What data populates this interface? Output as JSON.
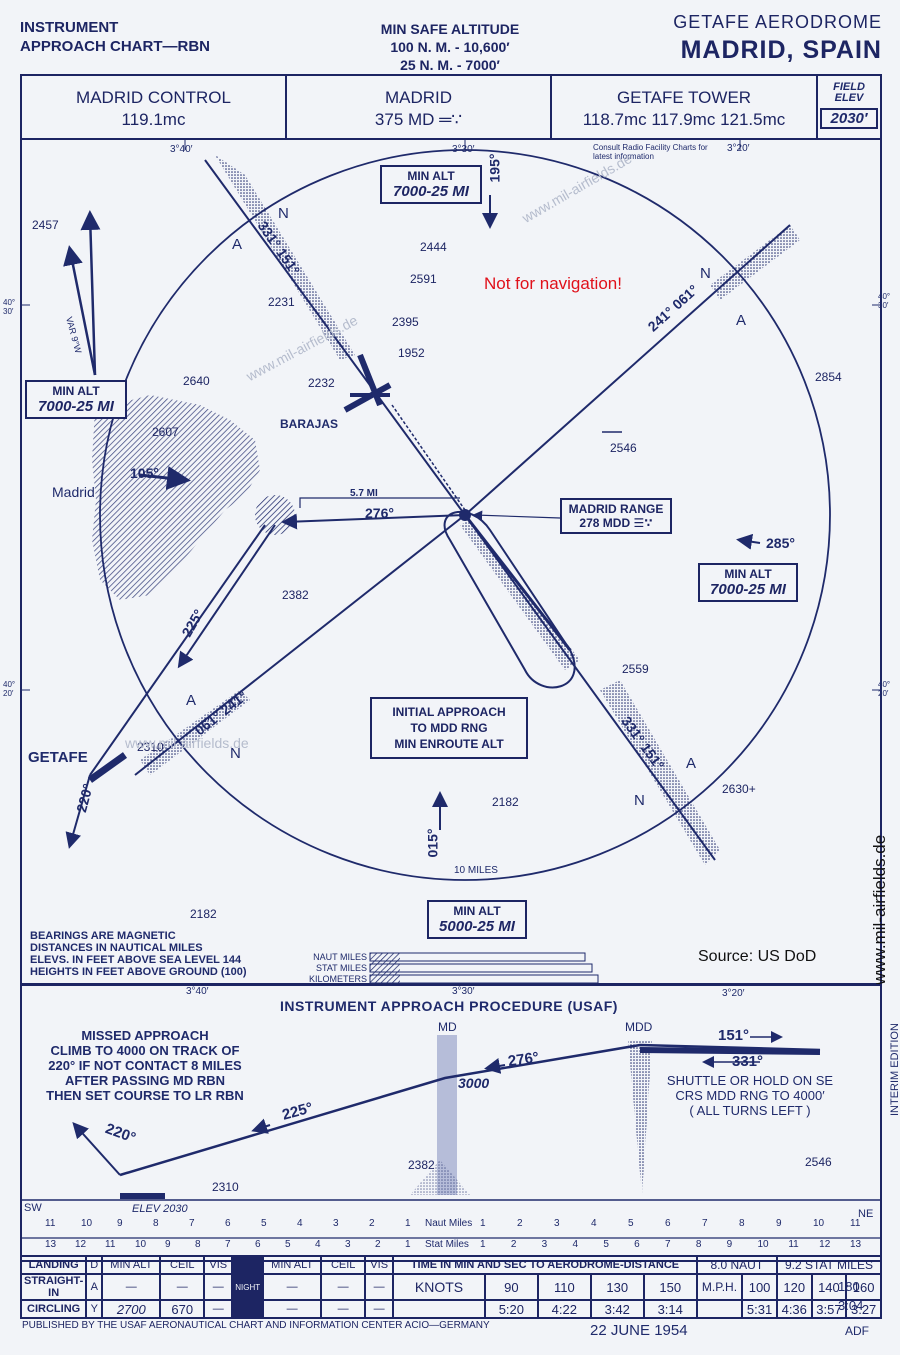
{
  "header": {
    "title_line1": "INSTRUMENT",
    "title_line2": "APPROACH CHART—RBN",
    "msa_title": "MIN SAFE ALTITUDE",
    "msa_line1": "100 N. M. - 10,600′",
    "msa_line2": "25 N. M. - 7000′",
    "aerodrome": "GETAFE AERODROME",
    "city": "MADRID, SPAIN"
  },
  "freq": {
    "control_name": "MADRID CONTROL",
    "control_freq": "119.1mc",
    "ndb_name": "MADRID",
    "ndb_freq": "375 MD",
    "tower_name": "GETAFE TOWER",
    "tower_freqs": "118.7mc   117.9mc   121.5mc",
    "field_elev_label1": "FIELD",
    "field_elev_label2": "ELEV",
    "field_elev": "2030′"
  },
  "plan": {
    "grid_3_40": "3°40′",
    "grid_3_30": "3°30′",
    "grid_3_20": "3°20′",
    "lat_40_30": "40° 30′",
    "lat_40_20": "40° 20′",
    "consult": "Consult Radio Facility Charts for latest information",
    "not_for_nav": "Not for navigation!",
    "min_alt_top": "MIN ALT",
    "min_alt_top_val": "7000-25 MI",
    "min_alt_left": "MIN ALT",
    "min_alt_left_val": "7000-25 MI",
    "min_alt_right": "MIN ALT",
    "min_alt_right_val": "7000-25 MI",
    "min_alt_bottom": "MIN ALT",
    "min_alt_bottom_val": "5000-25 MI",
    "madrid_range": "MADRID RANGE",
    "madrid_range_freq": "278 MDD",
    "initial_approach": "INITIAL APPROACH",
    "initial_approach2": "TO MDD RNG",
    "initial_approach3": "MIN ENROUTE ALT",
    "barajas": "BARAJAS",
    "madrid": "Madrid",
    "getafe": "GETAFE",
    "var": "VAR 9°W",
    "dist_5_7": "5.7 MI",
    "ten_miles": "10 MILES",
    "brg_331_151_top": "331° 151°",
    "brg_241_061_top": "241° 061°",
    "brg_331_151_bottom": "331° 151°",
    "brg_061_241_bottom": "061° 241°",
    "brg_195": "195°",
    "brg_015": "015°",
    "brg_105": "105°",
    "brg_276": "276°",
    "brg_285": "285°",
    "brg_225": "225°",
    "brg_220": "220°",
    "elev_2457": "2457",
    "elev_2444": "2444",
    "elev_2591": "2591",
    "elev_2395": "2395",
    "elev_1952": "1952",
    "elev_2231": "2231",
    "elev_2232": "2232",
    "elev_2640": "2640",
    "elev_2607": "2607",
    "elev_2854": "2854",
    "elev_2546": "2546",
    "elev_2382": "2382",
    "elev_2559": "2559",
    "elev_2310": "2310",
    "elev_2182a": "2182",
    "elev_2630": "2630+",
    "elev_2182b": "2182",
    "n1": "N",
    "n2": "N",
    "n3": "N",
    "n4": "N",
    "a1": "A",
    "a2": "A",
    "a3": "A",
    "a4": "A",
    "notes1": "BEARINGS ARE MAGNETIC",
    "notes2": "DISTANCES IN NAUTICAL MILES",
    "notes3": "ELEVS. IN FEET ABOVE SEA LEVEL 144",
    "notes4": "HEIGHTS IN FEET ABOVE GROUND (100)",
    "naut_miles": "NAUT MILES",
    "stat_miles": "STAT MILES",
    "kilometers": "KILOMETERS",
    "source": "Source: US DoD",
    "watermark_side": "www.mil-airfields.de",
    "interim": "INTERIM EDITION",
    "wm1": "www.mil-airfields.de",
    "wm2": "www.mil-airfields.de",
    "wm3": "www.mil-airfields.de"
  },
  "profile": {
    "title": "INSTRUMENT APPROACH PROCEDURE (USAF)",
    "missed1": "MISSED APPROACH",
    "missed2": "CLIMB TO 4000 ON TRACK OF",
    "missed3": "220° IF NOT CONTACT 8 MILES",
    "missed4": "AFTER PASSING MD RBN",
    "missed5": "THEN SET COURSE TO LR RBN",
    "md": "MD",
    "mdd": "MDD",
    "alt_3000": "3000",
    "brg_151": "151°",
    "brg_331": "331°",
    "brg_276": "276°",
    "brg_225": "225°",
    "brg_220": "220°",
    "shuttle1": "SHUTTLE OR HOLD ON SE",
    "shuttle2": "CRS MDD RNG TO 4000′",
    "shuttle3": "( ALL TURNS LEFT )",
    "elev_2382": "2382",
    "elev_2310": "2310",
    "elev_2546": "2546",
    "elev_field": "ELEV 2030",
    "sw": "SW",
    "ne": "NE",
    "naut_label": "Naut Miles",
    "stat_label": "Stat Miles",
    "naut_left": [
      "11",
      "10",
      "9",
      "8",
      "7",
      "6",
      "5",
      "4",
      "3",
      "2",
      "1"
    ],
    "naut_right": [
      "1",
      "2",
      "3",
      "4",
      "5",
      "6",
      "7",
      "8",
      "9",
      "10",
      "11"
    ],
    "stat_left": [
      "13",
      "12",
      "11",
      "10",
      "9",
      "8",
      "7",
      "6",
      "5",
      "4",
      "3",
      "2",
      "1"
    ],
    "stat_right": [
      "1",
      "2",
      "3",
      "4",
      "5",
      "6",
      "7",
      "8",
      "9",
      "10",
      "11",
      "12",
      "13"
    ]
  },
  "minima": {
    "landing": "LANDING",
    "straight_in": "STRAIGHT-IN",
    "circling": "CIRCLING",
    "day_d": "D",
    "day_a": "A",
    "day_y": "Y",
    "night": "NIGHT",
    "min_alt": "MIN ALT",
    "ceil": "CEIL",
    "vis": "VIS",
    "circ_alt": "2700",
    "circ_ceil": "670",
    "dash": "—",
    "time_hdr": "TIME IN MIN AND SEC TO AERODROME-DISTANCE",
    "dist_naut": "8.0 NAUT",
    "dist_stat": "9.2 STAT MILES",
    "knots": "KNOTS",
    "mph": "M.P.H.",
    "knots_vals": [
      "90",
      "110",
      "130",
      "150"
    ],
    "knots_times": [
      "5:20",
      "4:22",
      "3:42",
      "3:14"
    ],
    "mph_vals": [
      "100",
      "120",
      "140",
      "160",
      "180"
    ],
    "mph_times": [
      "5:31",
      "4:36",
      "3:57",
      "3:27",
      "3:04"
    ]
  },
  "footer": {
    "published": "PUBLISHED BY THE USAF AERONAUTICAL CHART AND INFORMATION CENTER ACIO—GERMANY",
    "date": "22 JUNE 1954",
    "code": "ADF"
  }
}
